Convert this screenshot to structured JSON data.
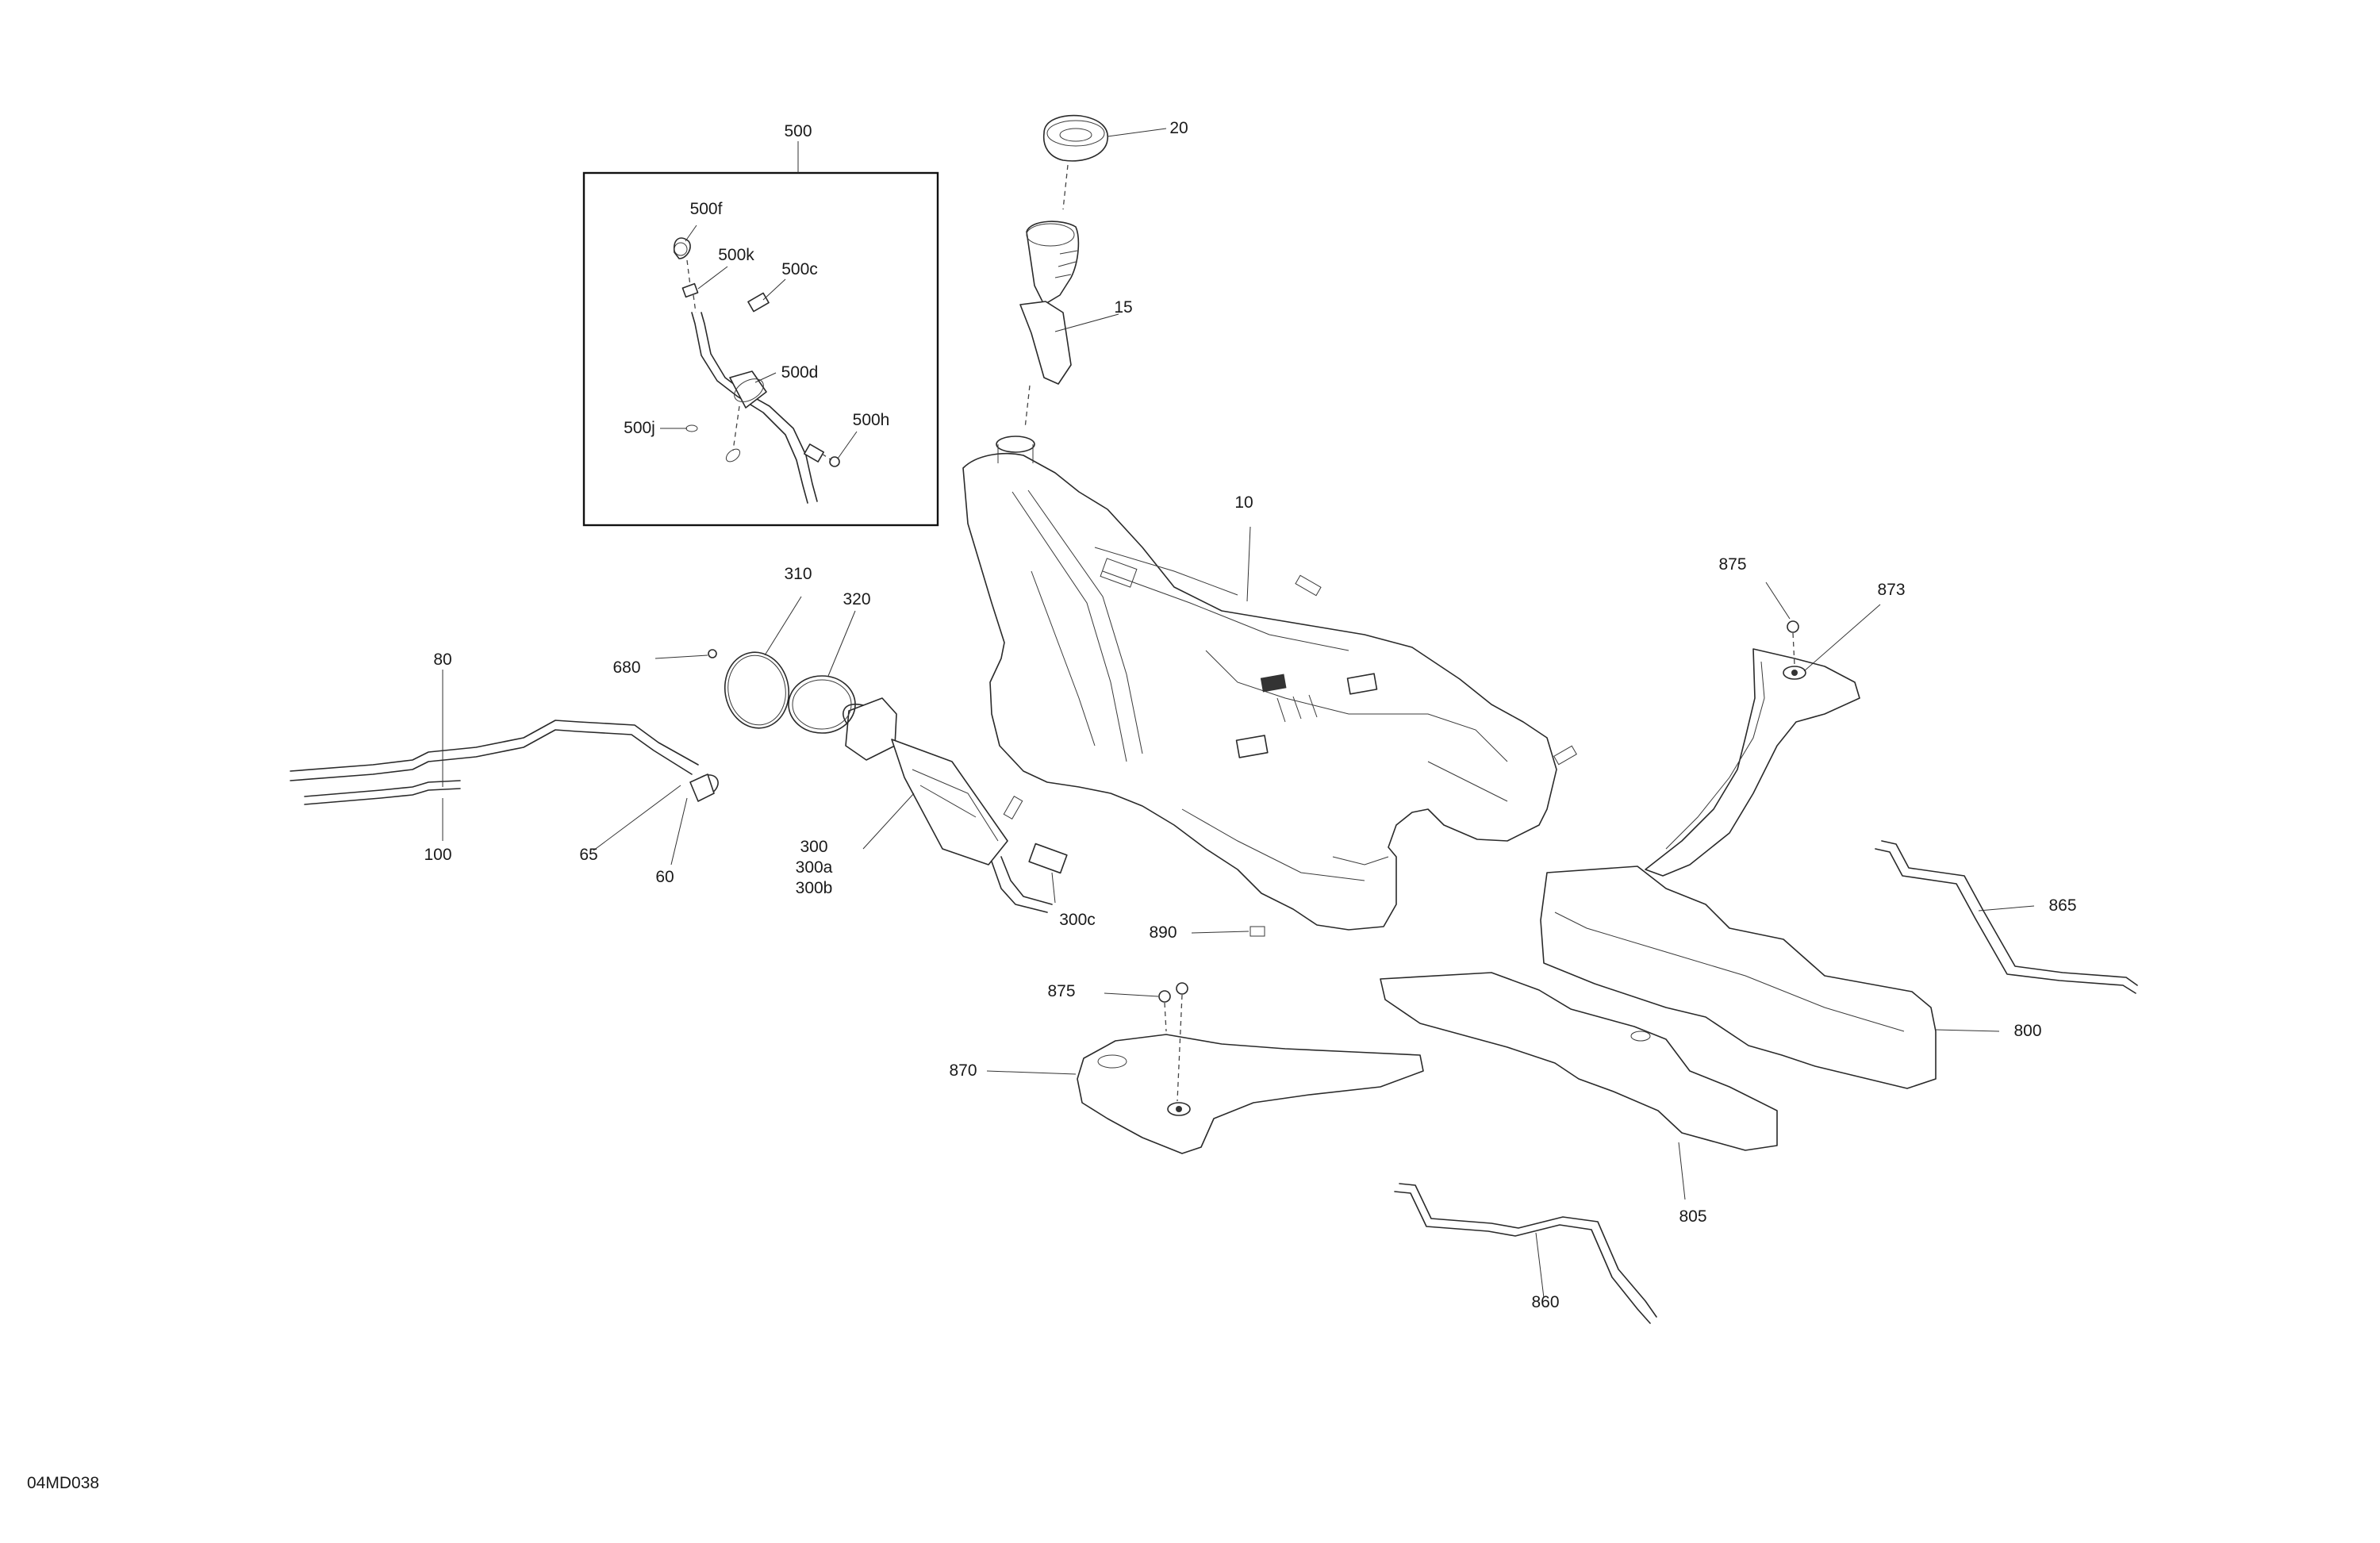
{
  "diagram_code": "04MD038",
  "labels": {
    "l500": "500",
    "l500f": "500f",
    "l500k": "500k",
    "l500c": "500c",
    "l500d": "500d",
    "l500j": "500j",
    "l500h": "500h",
    "l20": "20",
    "l15": "15",
    "l10": "10",
    "l310": "310",
    "l320": "320",
    "l680": "680",
    "l80": "80",
    "l100": "100",
    "l65": "65",
    "l60": "60",
    "l300": "300",
    "l300a": "300a",
    "l300b": "300b",
    "l300c": "300c",
    "l890": "890",
    "l875a": "875",
    "l873": "873",
    "l875b": "875",
    "l870": "870",
    "l865": "865",
    "l800": "800",
    "l805": "805",
    "l860": "860"
  }
}
